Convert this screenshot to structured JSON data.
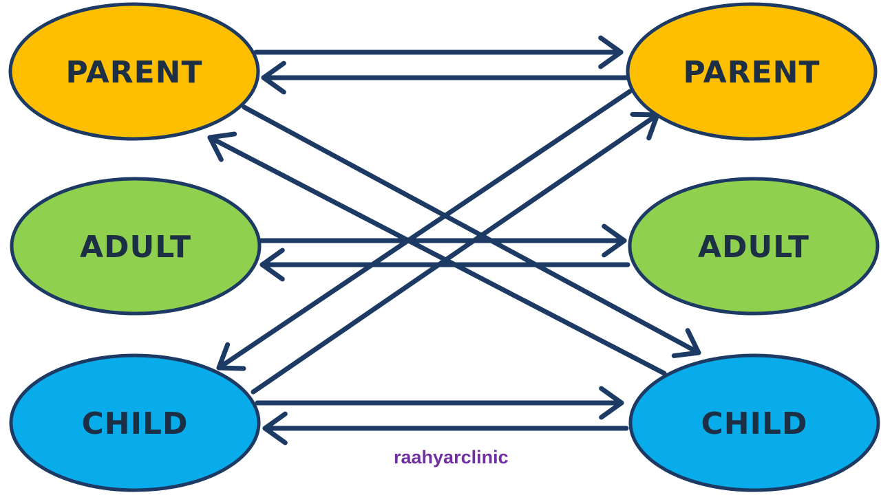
{
  "diagram": {
    "nodes": [
      {
        "id": "left-parent",
        "label": "PARENT",
        "color": "#fdbf00"
      },
      {
        "id": "left-adult",
        "label": "ADULT",
        "color": "#8fd14f"
      },
      {
        "id": "left-child",
        "label": "CHILD",
        "color": "#08acea"
      },
      {
        "id": "right-parent",
        "label": "PARENT",
        "color": "#fdbf00"
      },
      {
        "id": "right-adult",
        "label": "ADULT",
        "color": "#8fd14f"
      },
      {
        "id": "right-child",
        "label": "CHILD",
        "color": "#08acea"
      }
    ],
    "edges": [
      {
        "from": "left-parent",
        "to": "right-parent"
      },
      {
        "from": "right-parent",
        "to": "left-parent"
      },
      {
        "from": "left-adult",
        "to": "right-adult"
      },
      {
        "from": "right-adult",
        "to": "left-adult"
      },
      {
        "from": "left-child",
        "to": "right-child"
      },
      {
        "from": "right-child",
        "to": "left-child"
      },
      {
        "from": "left-parent",
        "to": "right-child"
      },
      {
        "from": "right-child",
        "to": "left-parent"
      },
      {
        "from": "right-parent",
        "to": "left-child"
      },
      {
        "from": "left-child",
        "to": "right-parent"
      }
    ],
    "outline_color": "#1c3a63",
    "arrow_color": "#1c3a63"
  },
  "watermark": "raahyarclinic"
}
